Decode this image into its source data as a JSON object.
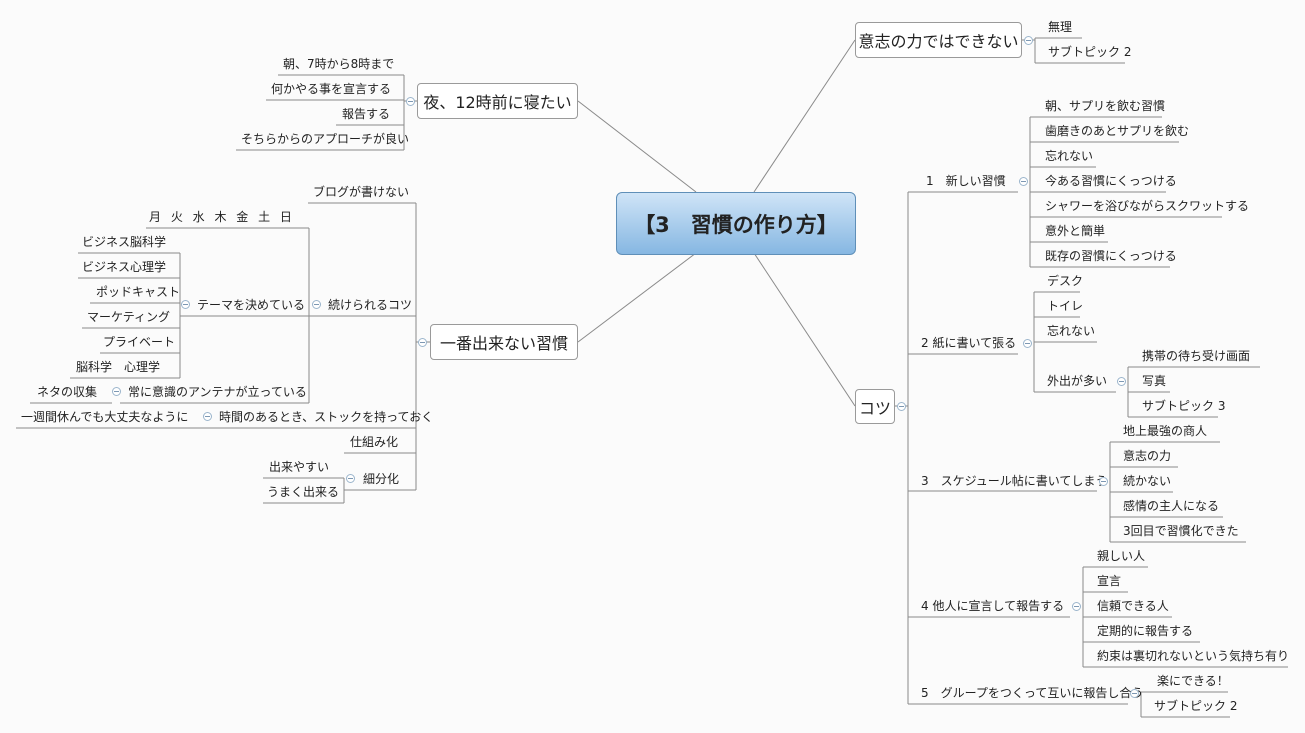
{
  "root": "【3　習慣の作り方】",
  "left": {
    "night": {
      "label": "夜、12時前に寝たい",
      "items": [
        "朝、7時から8時まで",
        "何かやる事を宣言する",
        "報告する",
        "そちらからのアプローチが良い"
      ]
    },
    "cant": {
      "label": "一番出来ない習慣",
      "blog": "ブログが書けない",
      "tips": {
        "label": "続けられるコツ",
        "days": "月 火 水 木 金 土 日",
        "theme": {
          "label": "テーマを決めている",
          "items": [
            "ビジネス脳科学",
            "ビジネス心理学",
            "ポッドキャスト",
            "マーケティング",
            "プライベート",
            "脳科学　心理学"
          ]
        },
        "antenna": "常に意識のアンテナが立っている",
        "neta": "ネタの収集"
      },
      "stock": "時間のあるとき、ストックを持っておく",
      "rest": "一週間休んでも大丈夫なように",
      "shikumi": "仕組み化",
      "bunkatsu": {
        "label": "細分化",
        "items": [
          "出来やすい",
          "うまく出来る"
        ]
      }
    }
  },
  "right": {
    "will": {
      "label": "意志の力ではできない",
      "items": [
        "無理",
        "サブトピック 2"
      ]
    },
    "kotsu": {
      "label": "コツ",
      "b1": {
        "label": "1　新しい習慣",
        "items": [
          "朝、サプリを飲む習慣",
          "歯磨きのあとサプリを飲む",
          "忘れない",
          "今ある習慣にくっつける",
          "シャワーを浴びながらスクワットする",
          "意外と簡単",
          "既存の習慣にくっつける"
        ]
      },
      "b2": {
        "label": "2 紙に書いて張る",
        "items": [
          "デスク",
          "トイレ",
          "忘れない"
        ],
        "out": {
          "label": "外出が多い",
          "items": [
            "携帯の待ち受け画面",
            "写真",
            "サブトピック 3"
          ]
        }
      },
      "b3": {
        "label": "3　スケジュール帖に書いてしまう",
        "items": [
          "地上最強の商人",
          "意志の力",
          "続かない",
          "感情の主人になる",
          "3回目で習慣化できた"
        ]
      },
      "b4": {
        "label": "4 他人に宣言して報告する",
        "items": [
          "親しい人",
          "宣言",
          "信頼できる人",
          "定期的に報告する",
          "約束は裏切れないという気持ち有り"
        ]
      },
      "b5": {
        "label": "5　グループをつくって互いに報告し合う",
        "items": [
          "楽にできる！",
          "サブトピック 2"
        ]
      }
    }
  },
  "colors": {
    "line": "#8a8a8a",
    "root_top": "#cfe4f7",
    "root_bottom": "#86b7e2",
    "root_border": "#5f8fb8"
  }
}
